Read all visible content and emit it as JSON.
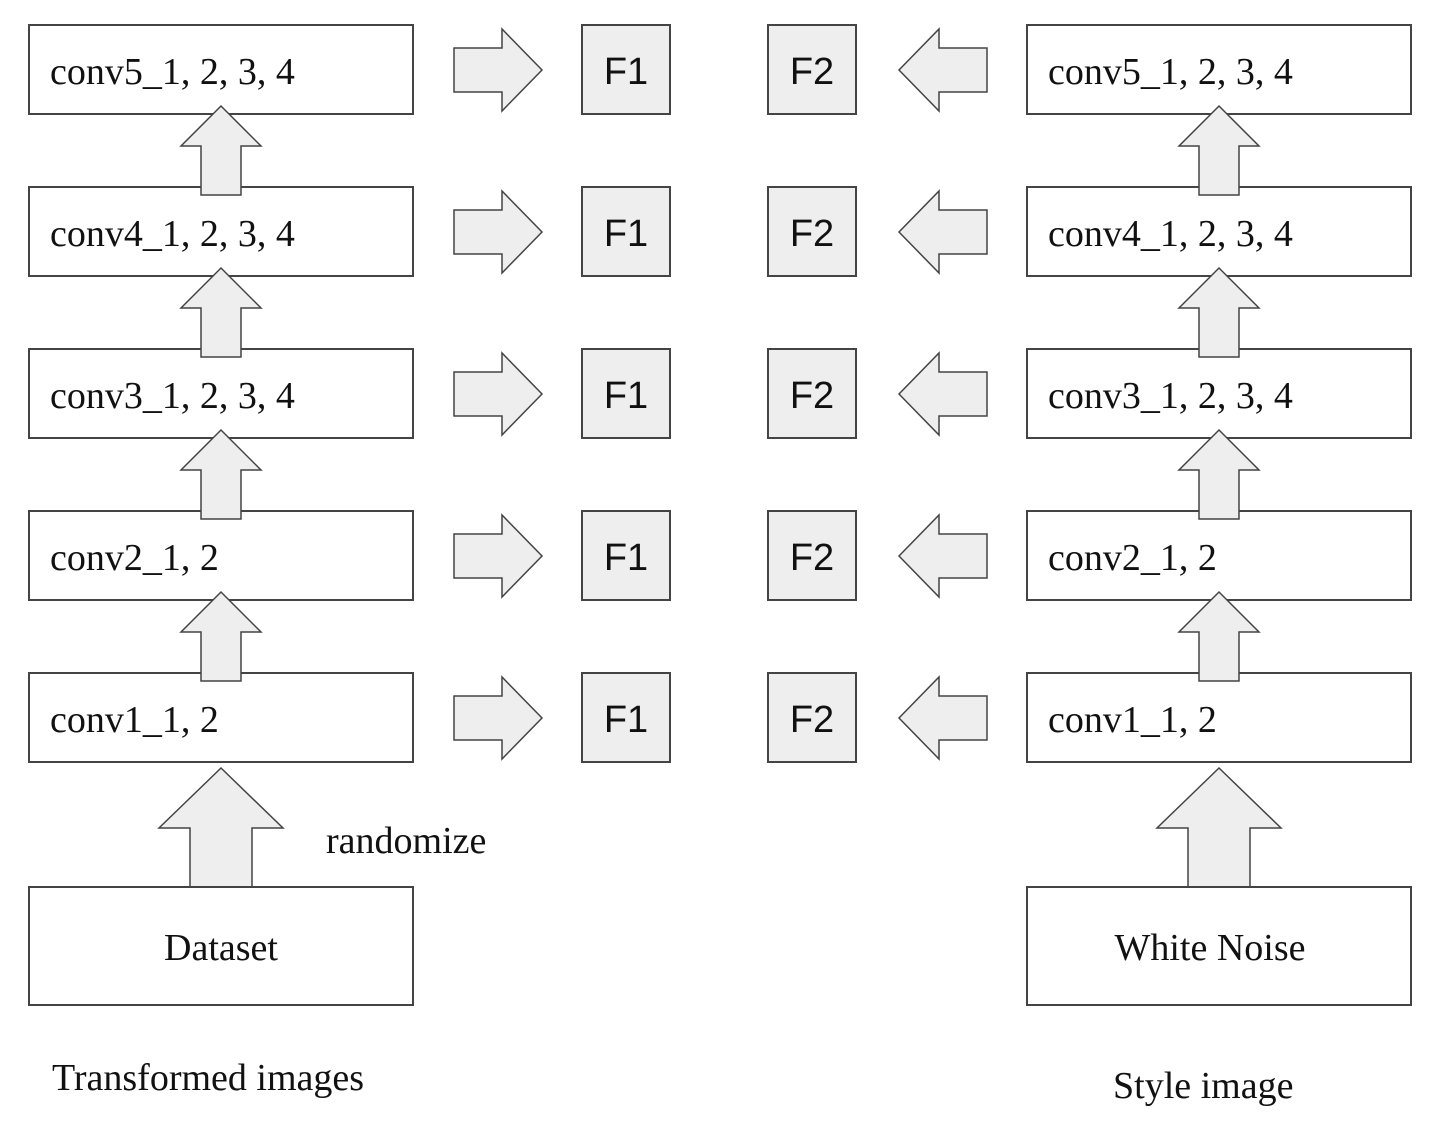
{
  "left_column": {
    "layers": [
      "conv5_1, 2, 3, 4",
      "conv4_1, 2, 3, 4",
      "conv3_1, 2, 3, 4",
      "conv2_1, 2",
      "conv1_1, 2"
    ],
    "feature_label": "F1",
    "input_label": "Dataset",
    "arrow_annotation": "randomize",
    "caption": "Transformed images"
  },
  "right_column": {
    "layers": [
      "conv5_1, 2, 3, 4",
      "conv4_1, 2, 3, 4",
      "conv3_1, 2, 3, 4",
      "conv2_1, 2",
      "conv1_1, 2"
    ],
    "feature_label": "F2",
    "input_label": "White Noise",
    "caption": "Style image"
  }
}
